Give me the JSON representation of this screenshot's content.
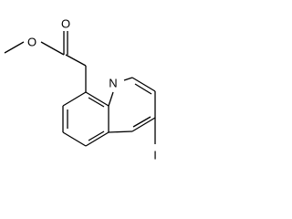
{
  "structure": {
    "atoms": {
      "ester_oxygen": "O",
      "carbonyl_oxygen": "O",
      "ring_nitrogen": "N",
      "iodine": "I"
    }
  },
  "colors": {
    "bond": "#000000",
    "label": "#000000",
    "background": "#ffffff"
  }
}
